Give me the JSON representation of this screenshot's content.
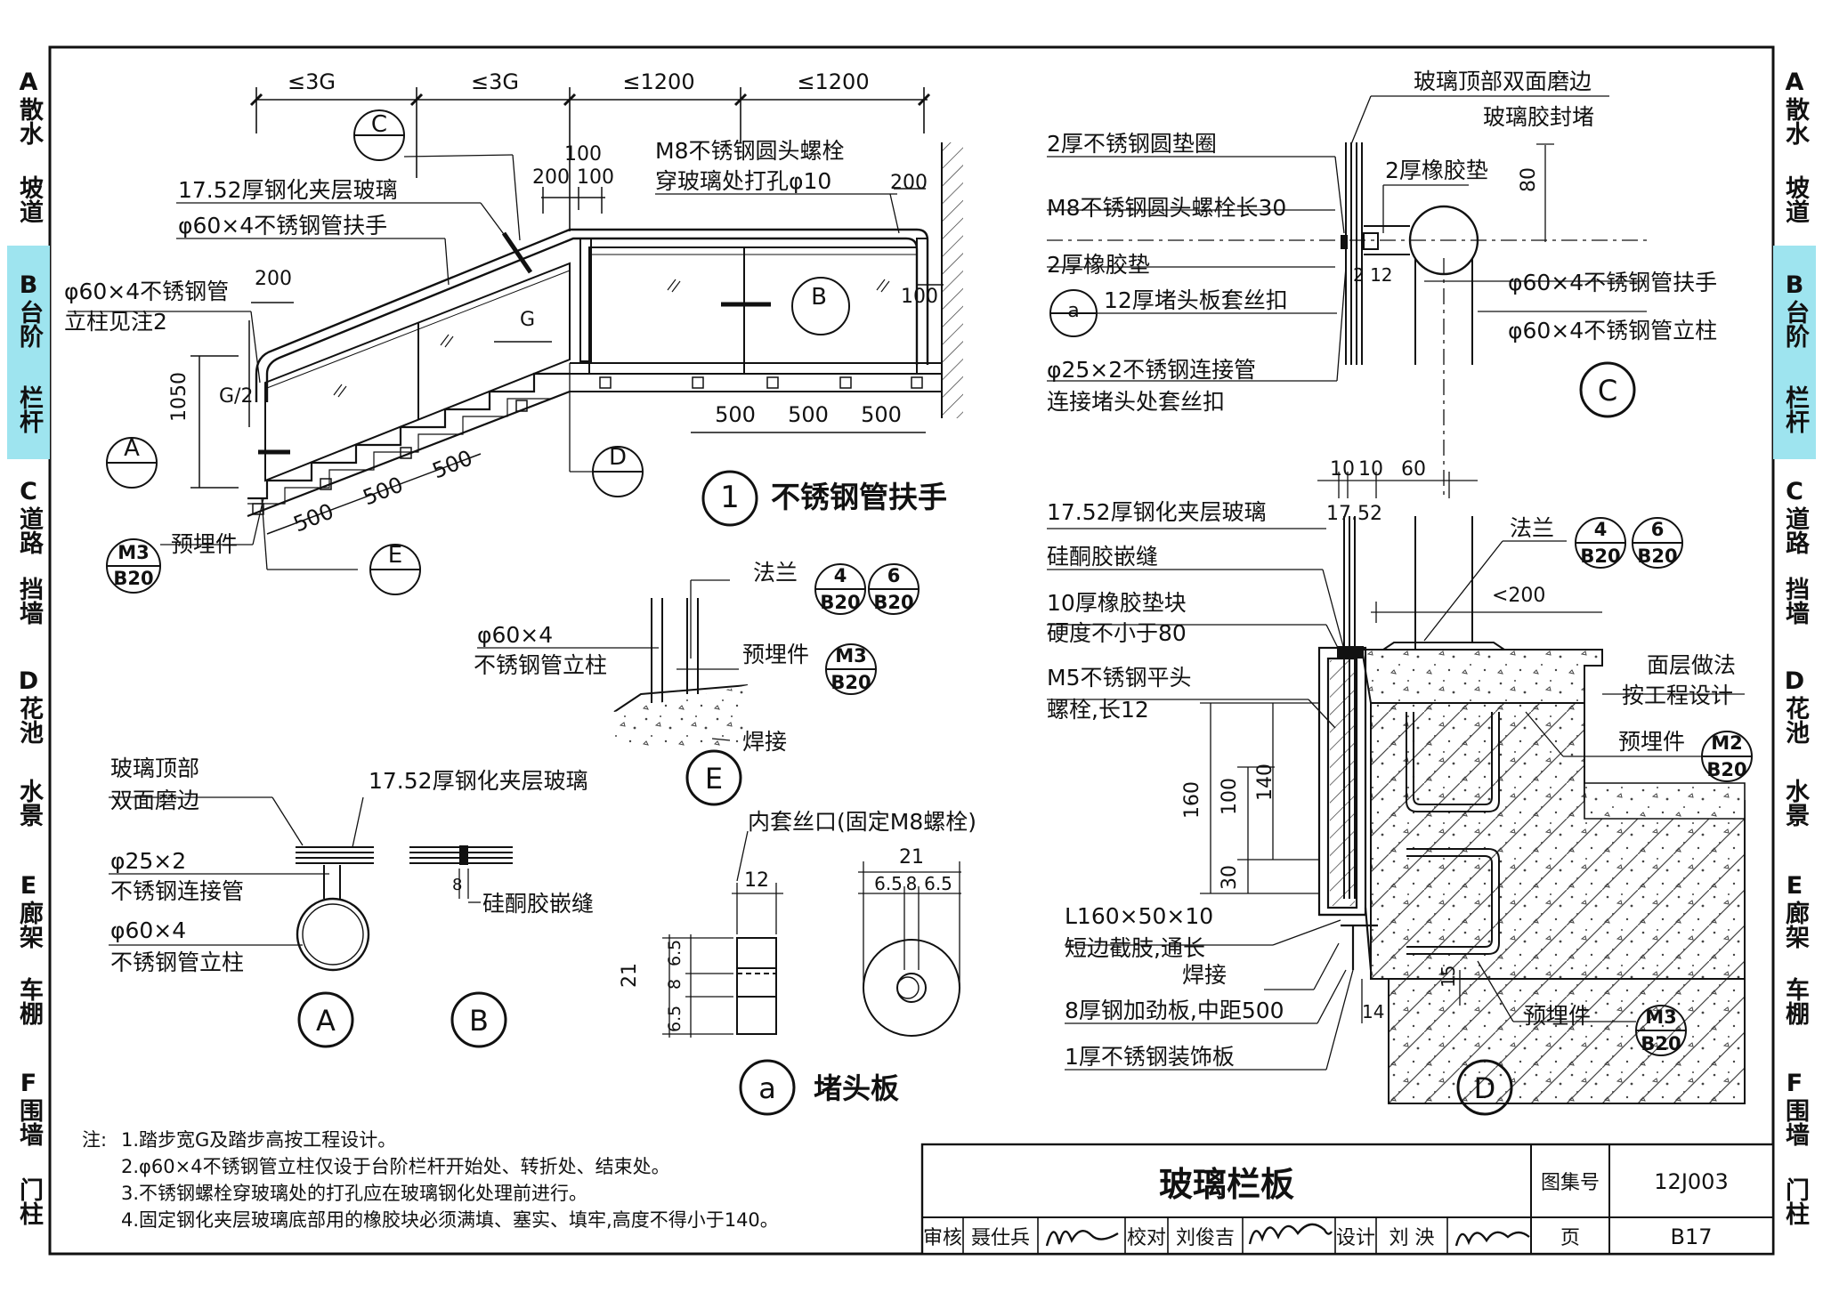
{
  "side_tabs": [
    {
      "letter": "A",
      "line1": "散水",
      "line2": "坡道",
      "active": false
    },
    {
      "letter": "B",
      "line1": "台阶",
      "line2": "栏杆",
      "active": true
    },
    {
      "letter": "C",
      "line1": "道路",
      "line2": "挡墙",
      "active": false
    },
    {
      "letter": "D",
      "line1": "花池",
      "line2": "水景",
      "active": false
    },
    {
      "letter": "E",
      "line1": "廊架",
      "line2": "车棚",
      "active": false
    },
    {
      "letter": "F",
      "line1": "围墙",
      "line2": "门柱",
      "active": false
    }
  ],
  "diagram1": {
    "title_num": "1",
    "title": "不锈钢管扶手",
    "dims_top": [
      "≤3G",
      "≤3G",
      "≤1200",
      "≤1200"
    ],
    "label_glass": "17.52厚钢化夹层玻璃",
    "label_handrail": "φ60×4不锈钢管扶手",
    "label_post_1": "φ60×4不锈钢管",
    "label_post_2": "立柱见注2",
    "label_bolt_1": "M8不锈钢圆头螺栓",
    "label_bolt_2": "穿玻璃处打孔φ10",
    "label_embed": "预埋件",
    "dim_100": "100",
    "dim_200": "200",
    "dim_200b": "200",
    "dim_100b": "100",
    "dim_100c": "100",
    "dim_G": "G",
    "dim_G2": "G/2",
    "dim_1050": "1050",
    "dims_bottom": [
      "500",
      "500",
      "500"
    ],
    "dims_stair": [
      "500",
      "500",
      "500"
    ],
    "ref_A": "A",
    "ref_B": "B",
    "ref_C": "C",
    "ref_D": "D",
    "ref_E": "E",
    "ref_M3_top": "M3",
    "ref_M3_bot": "B20"
  },
  "detailE": {
    "label_post_1": "φ60×4",
    "label_post_2": "不锈钢管立柱",
    "label_flange": "法兰",
    "ref4_top": "4",
    "ref4_bot": "B20",
    "ref6_top": "6",
    "ref6_bot": "B20",
    "label_embed": "预埋件",
    "ref_M3_top": "M3",
    "ref_M3_bot": "B20",
    "label_weld": "焊接",
    "title": "E"
  },
  "detailA": {
    "label_top_1": "玻璃顶部",
    "label_top_2": "双面磨边",
    "label_glass": "17.52厚钢化夹层玻璃",
    "label_pipe_1": "φ25×2",
    "label_pipe_2": "不锈钢连接管",
    "label_post_1": "φ60×4",
    "label_post_2": "不锈钢管立柱",
    "title": "A"
  },
  "detailB": {
    "label_seal": "硅酮胶嵌缝",
    "dim": "8",
    "title": "B"
  },
  "detail_a": {
    "label_thread": "内套丝口(固定M8螺栓)",
    "dim_12": "12",
    "dim_21": "21",
    "dim_65a": "6.5",
    "dim_8": "8",
    "dim_65b": "6.5",
    "dim_21b": "21",
    "dim_65c": "6.5",
    "dim_8b": "8",
    "dim_65d": "6.5",
    "title_num": "a",
    "title": "堵头板"
  },
  "detailC": {
    "label_top_1": "玻璃顶部双面磨边",
    "label_top_2": "玻璃胶封堵",
    "label_washer": "2厚不锈钢圆垫圈",
    "label_bolt": "M8不锈钢圆头螺栓长30",
    "label_rubber": "2厚橡胶垫",
    "label_rubber2": "2厚橡胶垫",
    "label_endplate": "12厚堵头板套丝扣",
    "label_pipe_1": "φ25×2不锈钢连接管",
    "label_pipe_2": "连接堵头处套丝扣",
    "label_handrail": "φ60×4不锈钢管扶手",
    "label_post": "φ60×4不锈钢管立柱",
    "dim_80": "80",
    "dim_212": "2 12",
    "ref_a": "a",
    "title": "C"
  },
  "detailD": {
    "dims_top": [
      "10",
      "10",
      "60"
    ],
    "label_glass": "17.52厚钢化夹层玻璃",
    "dim_1752": "17.52",
    "label_seal": "硅酮胶嵌缝",
    "label_block_1": "10厚橡胶垫块",
    "label_block_2": "硬度不小于80",
    "label_bolt_1": "M5不锈钢平头",
    "label_bolt_2": "螺栓,长12",
    "label_flange": "法兰",
    "ref4_top": "4",
    "ref4_bot": "B20",
    "ref6_top": "6",
    "ref6_bot": "B20",
    "dim_200": "<200",
    "label_finish_1": "面层做法",
    "label_finish_2": "按工程设计",
    "label_embed": "预埋件",
    "ref_M2_top": "M2",
    "ref_M2_bot": "B20",
    "dim_160": "160",
    "dim_100": "100",
    "dim_140": "140",
    "dim_30": "30",
    "label_angle_1": "L160×50×10",
    "label_angle_2": "短边截肢,通长",
    "label_weld": "焊接",
    "label_stiff": "8厚钢加劲板,中距500",
    "label_deco": "1厚不锈钢装饰板",
    "label_embed2": "预埋件",
    "ref_M3_top": "M3",
    "ref_M3_bot": "B20",
    "dim_15": "15",
    "dim_14": "14",
    "title": "D"
  },
  "notes": {
    "prefix": "注:",
    "items": [
      "1.踏步宽G及踏步高按工程设计。",
      "2.φ60×4不锈钢管立柱仅设于台阶栏杆开始处、转折处、结束处。",
      "3.不锈钢螺栓穿玻璃处的打孔应在玻璃钢化处理前进行。",
      "4.固定钢化夹层玻璃底部用的橡胶块必须满填、塞实、填牢,高度不得小于140。"
    ]
  },
  "title_block": {
    "title": "玻璃栏板",
    "atlas_label": "图集号",
    "atlas_value": "12J003",
    "page_label": "页",
    "page_value": "B17",
    "review_label": "审核",
    "review_name": "聂仕兵",
    "check_label": "校对",
    "check_name": "刘俊吉",
    "design_label": "设计",
    "design_name": "刘 泱"
  }
}
